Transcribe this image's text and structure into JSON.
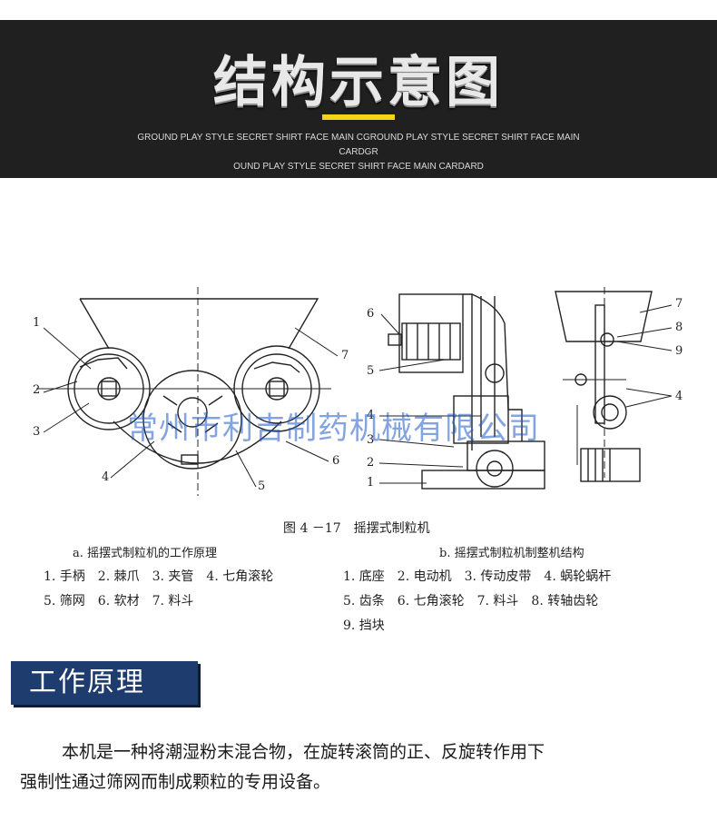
{
  "banner": {
    "title": "结构示意图",
    "subtitle_line1": "GROUND PLAY STYLE SECRET SHIRT FACE MAIN CGROUND PLAY STYLE SECRET SHIRT FACE MAIN CARDGR",
    "subtitle_line2": "OUND PLAY STYLE SECRET SHIRT FACE MAIN CARDARD",
    "accent_color": "#f3d417"
  },
  "figure": {
    "caption": "图 4 －17　摇摆式制粒机",
    "watermark": "常州市利吉制药机械有限公司",
    "left_labels": [
      "1",
      "2",
      "3",
      "4",
      "5",
      "6",
      "7"
    ],
    "mid_labels": [
      "6",
      "5",
      "4",
      "3",
      "2",
      "1"
    ],
    "right_labels": [
      "7",
      "8",
      "9",
      "4"
    ],
    "legend_a": {
      "title": "a. 摇摆式制粒机的工作原理",
      "row1": "1. 手柄　2. 棘爪　3. 夹管　4. 七角滚轮",
      "row2": "5. 筛网　6. 软材　7. 料斗"
    },
    "legend_b": {
      "title": "b. 摇摆式制粒机制整机结构",
      "row1": "1. 底座　2. 电动机　3. 传动皮带　4. 蜗轮蜗杆",
      "row2": "5. 齿条　6. 七角滚轮　7. 料斗　8. 转轴齿轮",
      "row3": "9. 挡块"
    }
  },
  "section": {
    "heading": "工作原理",
    "color": "#1f3c6e"
  },
  "body": {
    "line1": "本机是一种将潮湿粉末混合物，在旋转滚筒的正、反旋转作用下",
    "line2": "强制性通过筛网而制成颗粒的专用设备。"
  }
}
